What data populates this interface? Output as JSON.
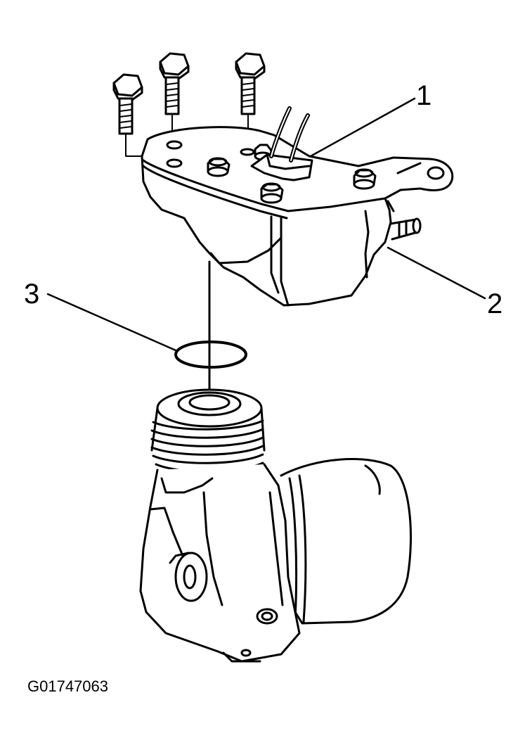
{
  "callouts": {
    "one": "1",
    "two": "2",
    "three": "3"
  },
  "figure_id": "G01747063",
  "colors": {
    "ink": "#000000",
    "paper": "#ffffff"
  }
}
